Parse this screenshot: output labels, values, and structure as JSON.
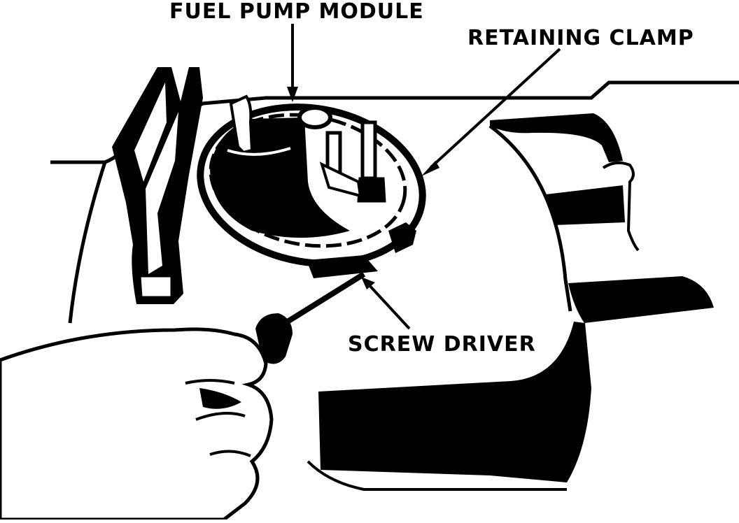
{
  "labels": {
    "fuel_pump_module": "FUEL PUMP MODULE",
    "retaining_clamp": "RETAINING CLAMP",
    "screw_driver": "SCREW DRIVER"
  },
  "colors": {
    "ink": "#000000",
    "paper": "#ffffff"
  }
}
